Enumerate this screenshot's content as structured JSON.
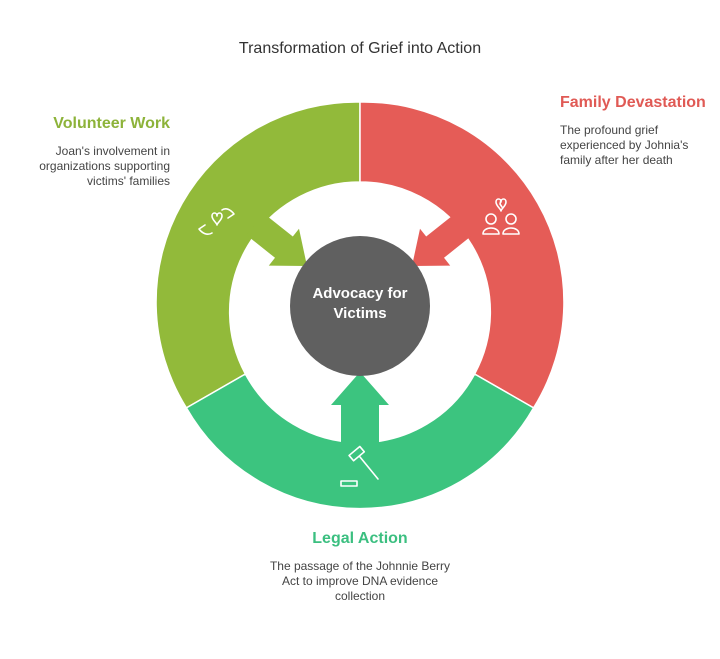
{
  "title": "Transformation of Grief into Action",
  "center": {
    "label": "Advocacy for Victims"
  },
  "segments": [
    {
      "id": "volunteer",
      "title": "Volunteer Work",
      "description": "Joan's involvement in organizations supporting victims' families",
      "color": "#92ba3a",
      "text_color": "#8db33a",
      "icon": "hands-heart-icon"
    },
    {
      "id": "family",
      "title": "Family Devastation",
      "description": "The profound grief experienced by Johnia's family after her death",
      "color": "#e55c57",
      "text_color": "#e05a55",
      "icon": "grieving-family-icon"
    },
    {
      "id": "legal",
      "title": "Legal Action",
      "description": "The passage of the Johnnie Berry Act to improve DNA evidence collection",
      "color": "#3cc47f",
      "text_color": "#3bbf80",
      "icon": "gavel-icon"
    }
  ],
  "colors": {
    "center": "#606060",
    "title_text": "#333333"
  }
}
